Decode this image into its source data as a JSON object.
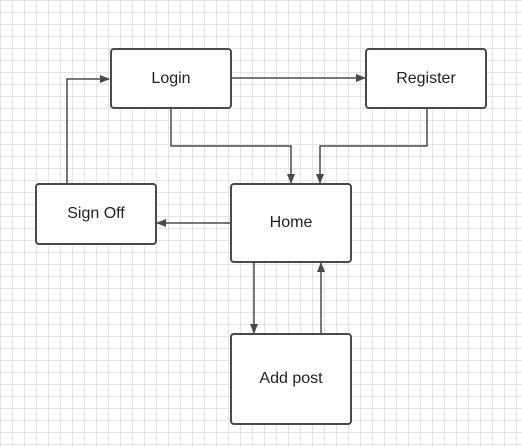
{
  "nodes": {
    "login": "Login",
    "register": "Register",
    "signoff": "Sign Off",
    "home": "Home",
    "addpost": "Add post"
  },
  "colors": {
    "line": "#4a4a4a",
    "box_border": "#4a4a4a",
    "grid": "#e4e4e4",
    "text": "#222222"
  },
  "edges": [
    {
      "from": "login",
      "to": "register"
    },
    {
      "from": "login",
      "to": "home"
    },
    {
      "from": "register",
      "to": "home"
    },
    {
      "from": "home",
      "to": "signoff"
    },
    {
      "from": "signoff",
      "to": "login"
    },
    {
      "from": "home",
      "to": "addpost"
    },
    {
      "from": "addpost",
      "to": "home"
    }
  ]
}
